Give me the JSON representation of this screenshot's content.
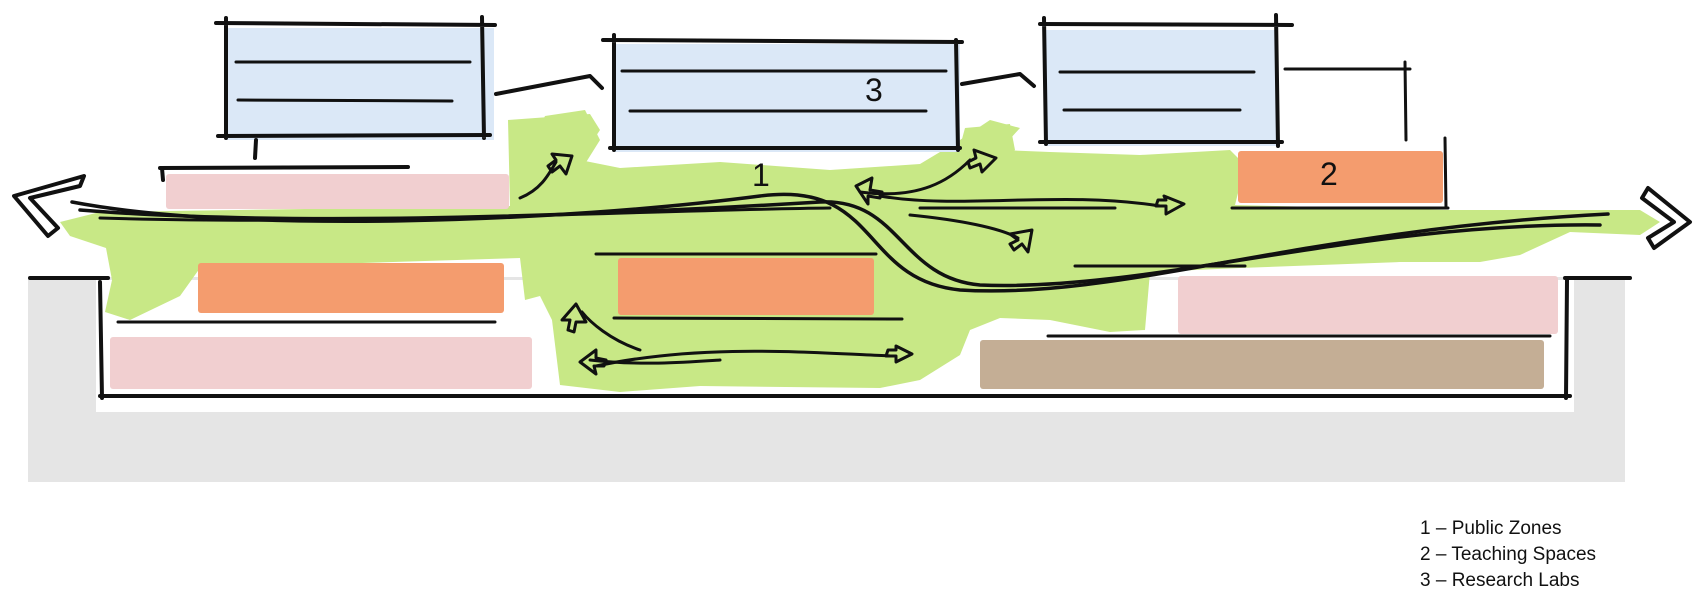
{
  "labels": {
    "zone1": "1",
    "zone2": "2",
    "zone3": "3"
  },
  "legend": [
    {
      "text": "1 – Public Zones"
    },
    {
      "text": "2 – Teaching Spaces"
    },
    {
      "text": "3 – Research Labs"
    }
  ],
  "colors": {
    "public_zone": "#c8e886",
    "teaching": "#f49c6e",
    "research": "#dbe8f7",
    "pink_block": "#f1cfd0",
    "brown_block": "#c4ae95",
    "ground": "#e5e5e5",
    "ink": "#111111"
  }
}
